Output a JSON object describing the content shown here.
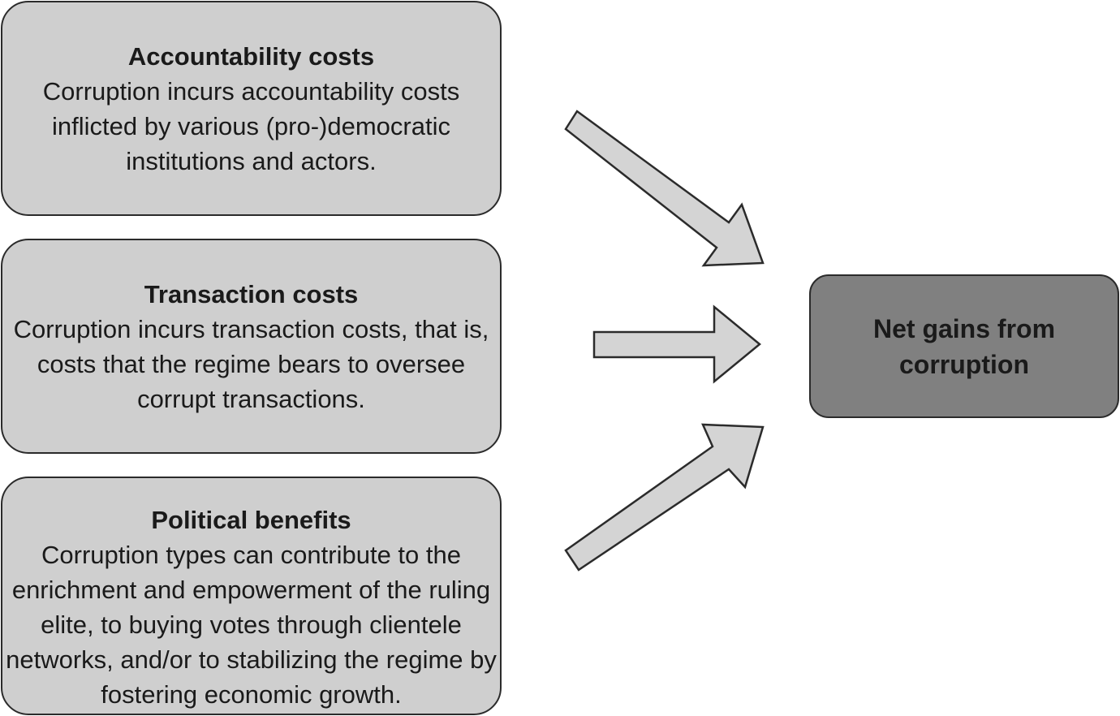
{
  "factors": [
    {
      "title": "Accountability costs",
      "text": "Corruption incurs accountability costs inflicted by various (pro-)democratic institutions and actors."
    },
    {
      "title": "Transaction costs",
      "text": "Corruption incurs transaction costs, that is, costs that the regime bears to oversee corrupt transactions."
    },
    {
      "title": "Political benefits",
      "text": "Corruption types can contribute to the enrichment and empowerment of the ruling elite, to buying votes through clientele networks, and/or to stabilizing the regime by fostering economic growth."
    }
  ],
  "outcome": {
    "label": "Net gains from corruption"
  },
  "colors": {
    "factor_fill": "#cfcfcf",
    "outcome_fill": "#808080",
    "arrow_fill": "#d4d4d4",
    "stroke": "#2b2b2b"
  }
}
